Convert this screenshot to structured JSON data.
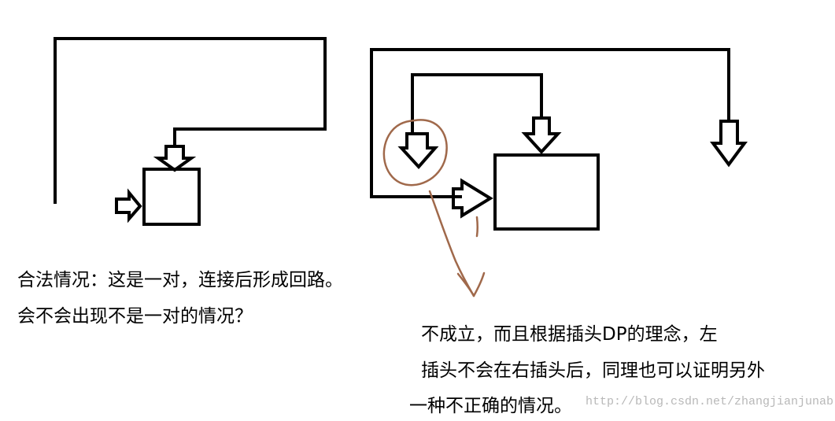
{
  "left_caption": {
    "line1": "合法情况：这是一对，连接后形成回路。",
    "line2": "会不会出现不是一对的情况？"
  },
  "right_caption": {
    "line1": "不成立，而且根据插头DP的理念，左",
    "line2": "插头不会在右插头后，同理也可以证明另外",
    "line3": "一种不正确的情况。"
  },
  "watermark": {
    "text": "http://blog.csdn.net/zhangjianjunab"
  },
  "colors": {
    "line": "#000000",
    "annotation": "#a0694b",
    "watermark": "#b8b8b8"
  }
}
